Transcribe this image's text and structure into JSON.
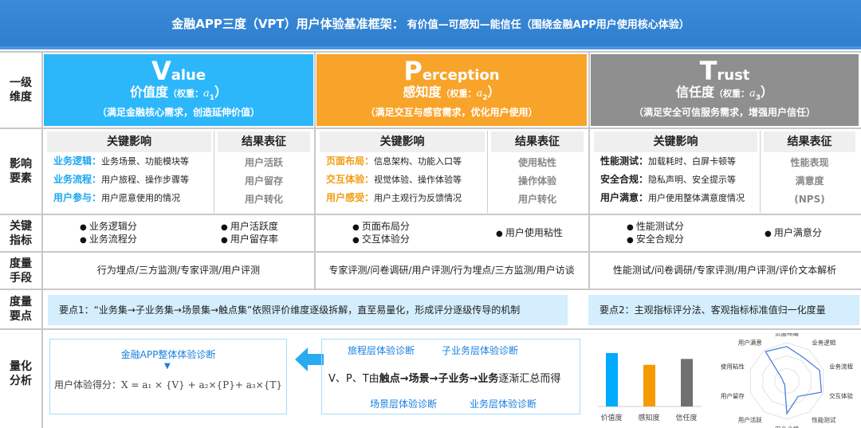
{
  "title": {
    "main": "金融APP三度（VPT）用户体验基准框架：",
    "sub": "有价值—可感知—能信任（围绕金融APP用户使用核心体验）"
  },
  "row_labels": [
    "一级\n维度",
    "影响\n要素",
    "关键\n指标",
    "度量\n手段",
    "度量\n要点",
    "量化\n分析"
  ],
  "dimensions": [
    {
      "letter": "V",
      "rest": "alue",
      "cn": "价值度",
      "weight_label": "（权重：",
      "weight_sym": "a",
      "weight_sub": "1",
      "close": "）",
      "note": "（满足金融核心需求，创造延伸价值）",
      "color": "#2db7fb"
    },
    {
      "letter": "P",
      "rest": "erception",
      "cn": "感知度",
      "weight_label": "（权重：",
      "weight_sym": "a",
      "weight_sub": "2",
      "close": "）",
      "note": "（满足交互与感官需求，优化用户使用）",
      "color": "#f8a42a"
    },
    {
      "letter": "T",
      "rest": "rust",
      "cn": "信任度",
      "weight_label": "（权重：",
      "weight_sym": "a",
      "weight_sub": "3",
      "close": "）",
      "note": "（满足安全可信服务需求，增强用户信任）",
      "color": "#8f8f8f"
    }
  ],
  "headers": {
    "influence": "关键影响",
    "result": "结果表征"
  },
  "factors": [
    {
      "items": [
        {
          "k": "业务逻辑：",
          "v": "业务场景、功能模块等"
        },
        {
          "k": "业务流程：",
          "v": "用户旅程、操作步骤等"
        },
        {
          "k": "用户参与：",
          "v": "用户愿意使用的情况"
        }
      ],
      "results": [
        "用户活跃",
        "用户留存",
        "用户转化"
      ],
      "key_color": "#1aa7f0"
    },
    {
      "items": [
        {
          "k": "页面布局：",
          "v": "信息架构、功能入口等"
        },
        {
          "k": "交互体验：",
          "v": "视觉体验、操作体验等"
        },
        {
          "k": "用户感受：",
          "v": "用户主观行为反馈情况"
        }
      ],
      "results": [
        "使用粘性",
        "操作体验",
        "用户转化"
      ],
      "key_color": "#f39c12"
    },
    {
      "items": [
        {
          "k": "性能测试：",
          "v": "加载耗时、白屏卡顿等"
        },
        {
          "k": "安全合规：",
          "v": "隐私声明、安全提示等"
        },
        {
          "k": "用户满意：",
          "v": "用户使用整体满意度情况"
        }
      ],
      "results": [
        "性能表现",
        "满意度",
        "(NPS)"
      ],
      "key_color": "#222222"
    }
  ],
  "indicators": [
    {
      "left": [
        "业务逻辑分",
        "业务流程分"
      ],
      "right": [
        "用户活跃度",
        "用户留存率"
      ]
    },
    {
      "left": [
        "页面布局分",
        "交互体验分"
      ],
      "right": [
        "用户使用粘性"
      ]
    },
    {
      "left": [
        "性能测试分",
        "安全合规分"
      ],
      "right": [
        "用户满意分"
      ]
    }
  ],
  "methods": [
    "行为埋点/三方监测/专家评测/用户评测",
    "专家评测/问卷调研/用户评测/行为埋点/三方监测/用户访谈",
    "性能测试/问卷调研/专家评测/用户评测/评价文本解析"
  ],
  "key_points": [
    "要点1：“业务集→子业务集→场景集→触点集”依照评价维度逐级拆解，直至易量化，形成评分逐级传导的机制",
    "要点2：主观指标评分法、客观指标标准值归一化度量"
  ],
  "analysis": {
    "overall": "金融APP整体体验诊断",
    "formula": "用户体验得分：X = a₁ × {V} + a₂×{P}+ a₃×{T}",
    "journey": "旅程层体验诊断",
    "subbiz": "子业务层体验诊断",
    "scene": "场景层体验诊断",
    "biz": "业务层体验诊断",
    "flow_prefix": "V、P、T由",
    "flow_bold": "触点→场景→子业务→业务",
    "flow_suffix": "逐渐汇总而得"
  },
  "chart_data": [
    {
      "type": "bar",
      "categories": [
        "价值度",
        "感知度",
        "信任度"
      ],
      "values": [
        100,
        78,
        89
      ],
      "colors": [
        "#00aaff",
        "#f59a00",
        "#707070"
      ],
      "grid": false
    },
    {
      "type": "radar",
      "axes": [
        "页面布局",
        "业务逻辑",
        "业务流程",
        "交互体验",
        "性能测试",
        "安全合规",
        "用户活跃",
        "用户留存",
        "使用粘性",
        "用户满意"
      ],
      "values": [
        0.9,
        0.75,
        0.9,
        0.95,
        0.5,
        0.85,
        0.1,
        0.1,
        0.12,
        0.95
      ],
      "color": "#4a7fd8",
      "range": [
        0,
        1
      ]
    }
  ]
}
